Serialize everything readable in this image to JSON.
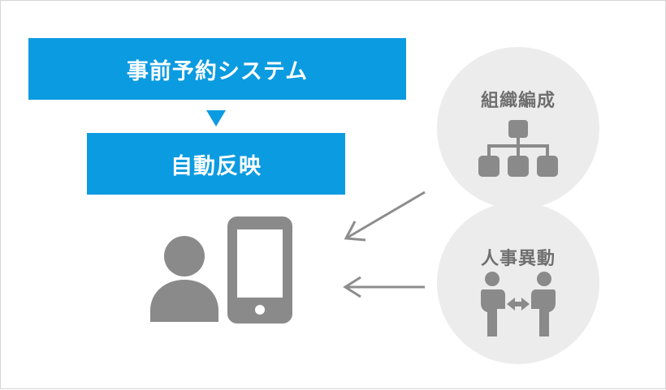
{
  "reservation": {
    "label": "事前予約システム"
  },
  "auto_reflect": {
    "label": "自動反映"
  },
  "org_change": {
    "label": "組織編成"
  },
  "hr_transfer": {
    "label": "人事異動"
  },
  "colors": {
    "primary_blue": "#0b9be0",
    "icon_gray": "#8a8a8a",
    "circle_bg": "#ececec",
    "label_gray": "#6f6f6f",
    "arrow_gray": "#8d8d8d"
  },
  "icons": {
    "user": "user-icon",
    "smartphone": "smartphone-icon",
    "org_chart": "org-chart-icon",
    "transfer": "transfer-icon"
  }
}
